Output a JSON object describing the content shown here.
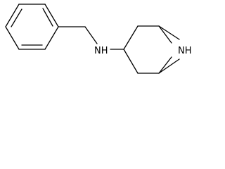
{
  "molecule": {
    "atoms": [
      {
        "id": "nh_amine",
        "label": "NH"
      },
      {
        "id": "nh_bridge",
        "label": "NH"
      }
    ]
  },
  "colors": {
    "bond": "#000000",
    "text": "#000000",
    "background": "#ffffff"
  }
}
